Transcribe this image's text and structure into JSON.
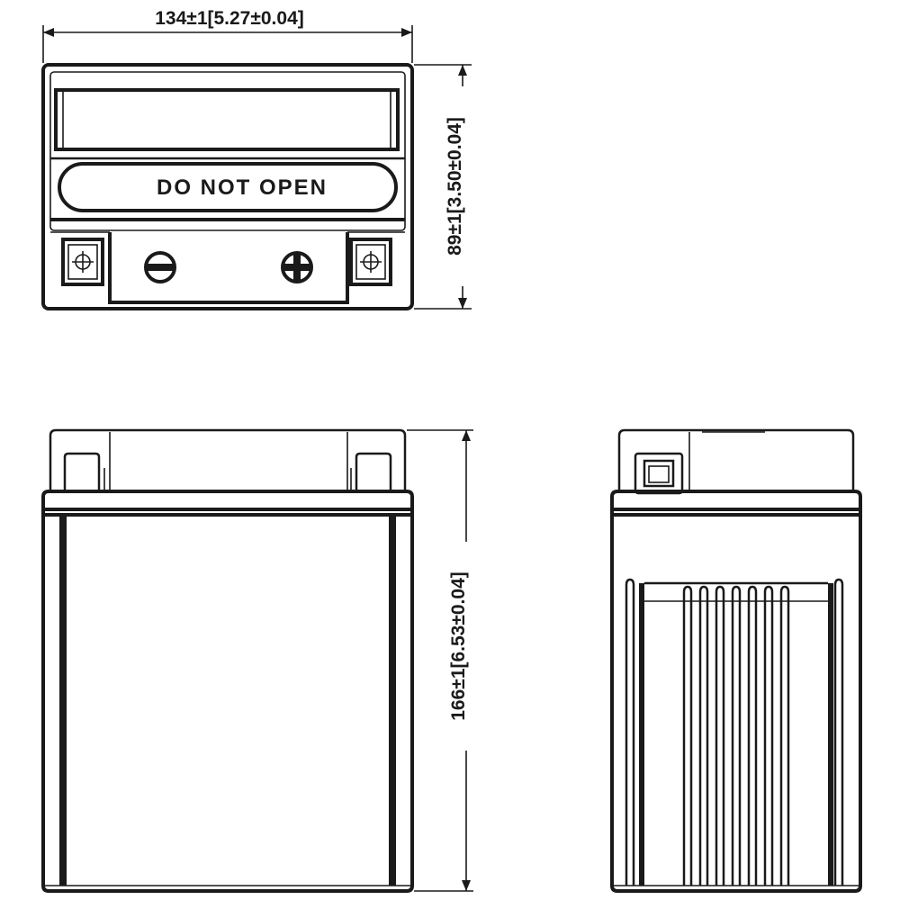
{
  "dimensions": {
    "width_label": "134±1[5.27±0.04]",
    "height_top_label": "89±1[3.50±0.04]",
    "height_side_label": "166±1[6.53±0.04]"
  },
  "lid": {
    "warning_label": "DO NOT OPEN"
  },
  "colors": {
    "line": "#1a1a1a",
    "background": "#ffffff"
  },
  "icons": {
    "negative_terminal": "minus-symbol",
    "positive_terminal": "plus-symbol"
  }
}
